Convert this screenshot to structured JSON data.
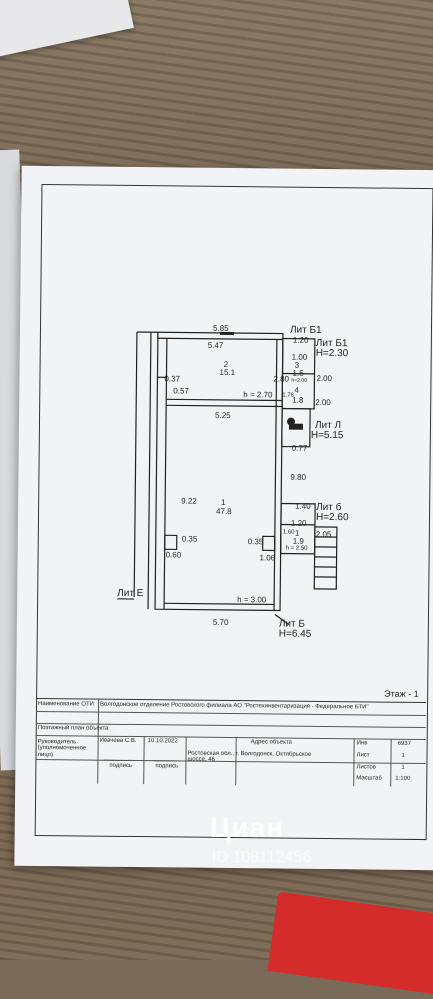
{
  "plan": {
    "labels": {
      "lit_b1": "Лит Б1",
      "lit_b1_height": "H=2.30",
      "lit_l": "Лит Л",
      "lit_l_height": "H=5.15",
      "lit_b_small": "Лит б",
      "lit_b_small_height": "H=2.60",
      "lit_e": "Лит Е",
      "lit_b": "Лит Б",
      "lit_b_height": "H=6.45"
    },
    "dims": {
      "top_width": "5.85",
      "room2_width": "5.47",
      "room2_height": "2.80",
      "room2_ceiling": "h = 2.70",
      "wall_037": "0.37",
      "wall_057": "0.57",
      "room1_width": "5.25",
      "room1_depth": "9.22",
      "room1_ceiling": "h = 3.00",
      "bottom_width": "5.70",
      "b1_width": "1.20",
      "b1_dim": "1.00",
      "b1_height": "2.00",
      "l_dim": "1.76",
      "l_height": "2.00",
      "wall_077": "0.77",
      "wall_980": "9.80",
      "wall_140": "1.40",
      "b_width": "1.20",
      "b_height": "2.05",
      "b_dim": "1.60",
      "b_ceiling": "h = 2.50",
      "niche_left": "0.60",
      "niche_left_depth": "0.35",
      "niche_right": "1.06",
      "niche_right_depth": "0.35",
      "small_area_b1": "1.5",
      "small_area_l": "1.8",
      "small_area_b": "1.9",
      "small_h_b1": "h=2.00"
    },
    "rooms": {
      "room2_number": "2",
      "room2_area": "15.1",
      "room1_number": "1",
      "room1_area": "47.8",
      "room3_number": "3",
      "room4_number": "4",
      "room5_number": "1"
    }
  },
  "stamp": {
    "floor": "Этаж - 1",
    "oti_label": "Наименование ОТИ",
    "oti_value": "Волгодонское отделение Ростовского филиала АО \"Ростехинвентаризация - Федеральное БТИ\"",
    "plan_title": "Поэтажный план объекта",
    "head_label": "Руководитель (уполномоченное лицо)",
    "head_name": "Ивачева С.В.",
    "date": "10.10.2022",
    "signature_label": "подпись",
    "signature_label2": "подпись",
    "address_label": "Адрес объекта",
    "address_value": "Ростовская обл., г. Волгодонск, Октябрьское шоссе, 46",
    "inv_label": "Инв",
    "inv_value": "6937",
    "sheet_label": "Лист",
    "sheet_value": "1",
    "sheets_label": "Листов",
    "sheets_value": "1",
    "scale_label": "Масштаб",
    "scale_value": "1:100"
  },
  "watermark": {
    "brand": "Циан",
    "id": "ID 108112456"
  }
}
